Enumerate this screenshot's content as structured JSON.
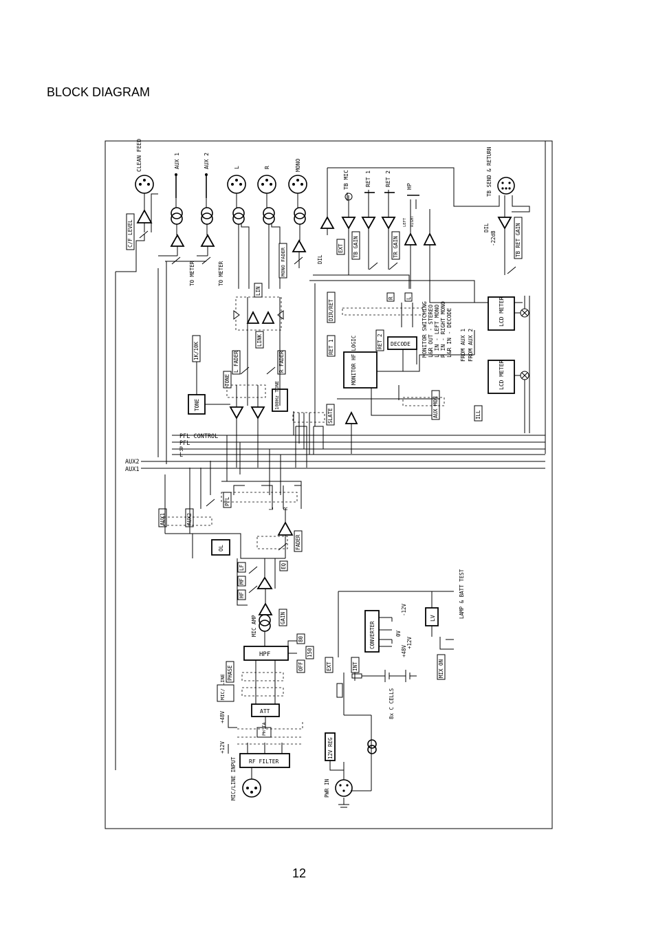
{
  "page": {
    "title": "BLOCK DIAGRAM",
    "number": "12"
  },
  "labels": {
    "clean_feed": "CLEAN FEED",
    "aux1_out": "AUX 1",
    "aux2_out": "AUX 2",
    "l_out": "L",
    "r_out": "R",
    "mono_out": "MONO",
    "tb_mic": "TB MIC",
    "ret1": "RET 1",
    "ret2": "RET 2",
    "hp": "HP",
    "tb_send_return": "TB SEND & RETURN",
    "cf_level": "C/F LEVEL",
    "to_meter_1": "TO METER",
    "to_meter_2": "TO METER",
    "mono_fader": "MONO FADER",
    "dil_1": "DIL",
    "ext_1": "EXT",
    "tb_gain": "TB GAIN",
    "tr_gain": "TR GAIN",
    "left": "LEFT",
    "right": "RIGHT",
    "dil_2": "DIL",
    "minus22db": "-22dB",
    "tb_ret_gain": "TB RET GAIN",
    "lin": "LIN",
    "link": "LINK",
    "dir_ret": "DIR/RET",
    "r_box": "R",
    "l_box": "L",
    "monitor_switching": "MONITOR SWITCHING",
    "lr_out_stereo": "L&R OUT - STEREO",
    "l_in_left_mono": "L IN - LEFT MONO",
    "r_in_right_mono": "R IN - RIGHT MONO",
    "lr_in_decode": "L&R IN - DECODE",
    "from_aux1": "FROM AUX 1",
    "from_aux2": "FROM AUX 2",
    "lcd_meter_1": "LCD METER",
    "lcd_meter_2": "LCD METER",
    "khz": "1K/10K",
    "tone": "TONE",
    "l_fader": "L FADER",
    "r_fader": "R FADER",
    "tone_gen": "TONE",
    "tone_100hz": "100Hz TONE",
    "ret1_box": "RET 1",
    "ret2_box": "RET 2",
    "decode": "DECODE",
    "monitor_logic": "MONITOR HF LOGIC",
    "slate": "SLATE",
    "aux_mon": "AUX MON",
    "ill": "ILL",
    "pfl_control": "PFL CONTROL",
    "pfl": "PFL",
    "bus_r": "R",
    "bus_l": "L",
    "aux2_bus": "AUX2",
    "aux1_bus": "AUX1",
    "aux1_sw": "AUX1",
    "aux2_sw": "AUX2",
    "pfl_sw": "PFL",
    "l_sw": "L",
    "r_sw": "R",
    "ol": "OL",
    "fader": "FADER",
    "hf": "HF",
    "mf": "MF",
    "lf": "LF",
    "eq": "EQ",
    "mic_amp": "MIC AMP",
    "gain": "GAIN",
    "hpf": "HPF",
    "hpf_80": "80",
    "hpf_150": "150",
    "hpf_off": "OFF",
    "phase": "PHASE",
    "mic_line": "MIC/ LINE",
    "att": "ATT",
    "plus48v": "+48V",
    "phta": "PH TA",
    "plus12v": "+12V",
    "rf_filter": "RF FILTER",
    "mic_line_input": "MIC/LINE INPUT",
    "ext_2": "EXT",
    "int": "INT",
    "converter": "CONVERTER",
    "minus12v": "-12V",
    "zero_v": "0V",
    "plus12v_b": "+12V",
    "plus48v_b": "+48V",
    "lv": "LV",
    "lamp_batt": "LAMP & BATT TEST",
    "mix_on": "MIX ON",
    "cells": "8x C CELLS",
    "v12_reg": "12V REG",
    "pwr_in": "PWR IN"
  },
  "colors": {
    "ink": "#000000",
    "paper": "#ffffff"
  }
}
